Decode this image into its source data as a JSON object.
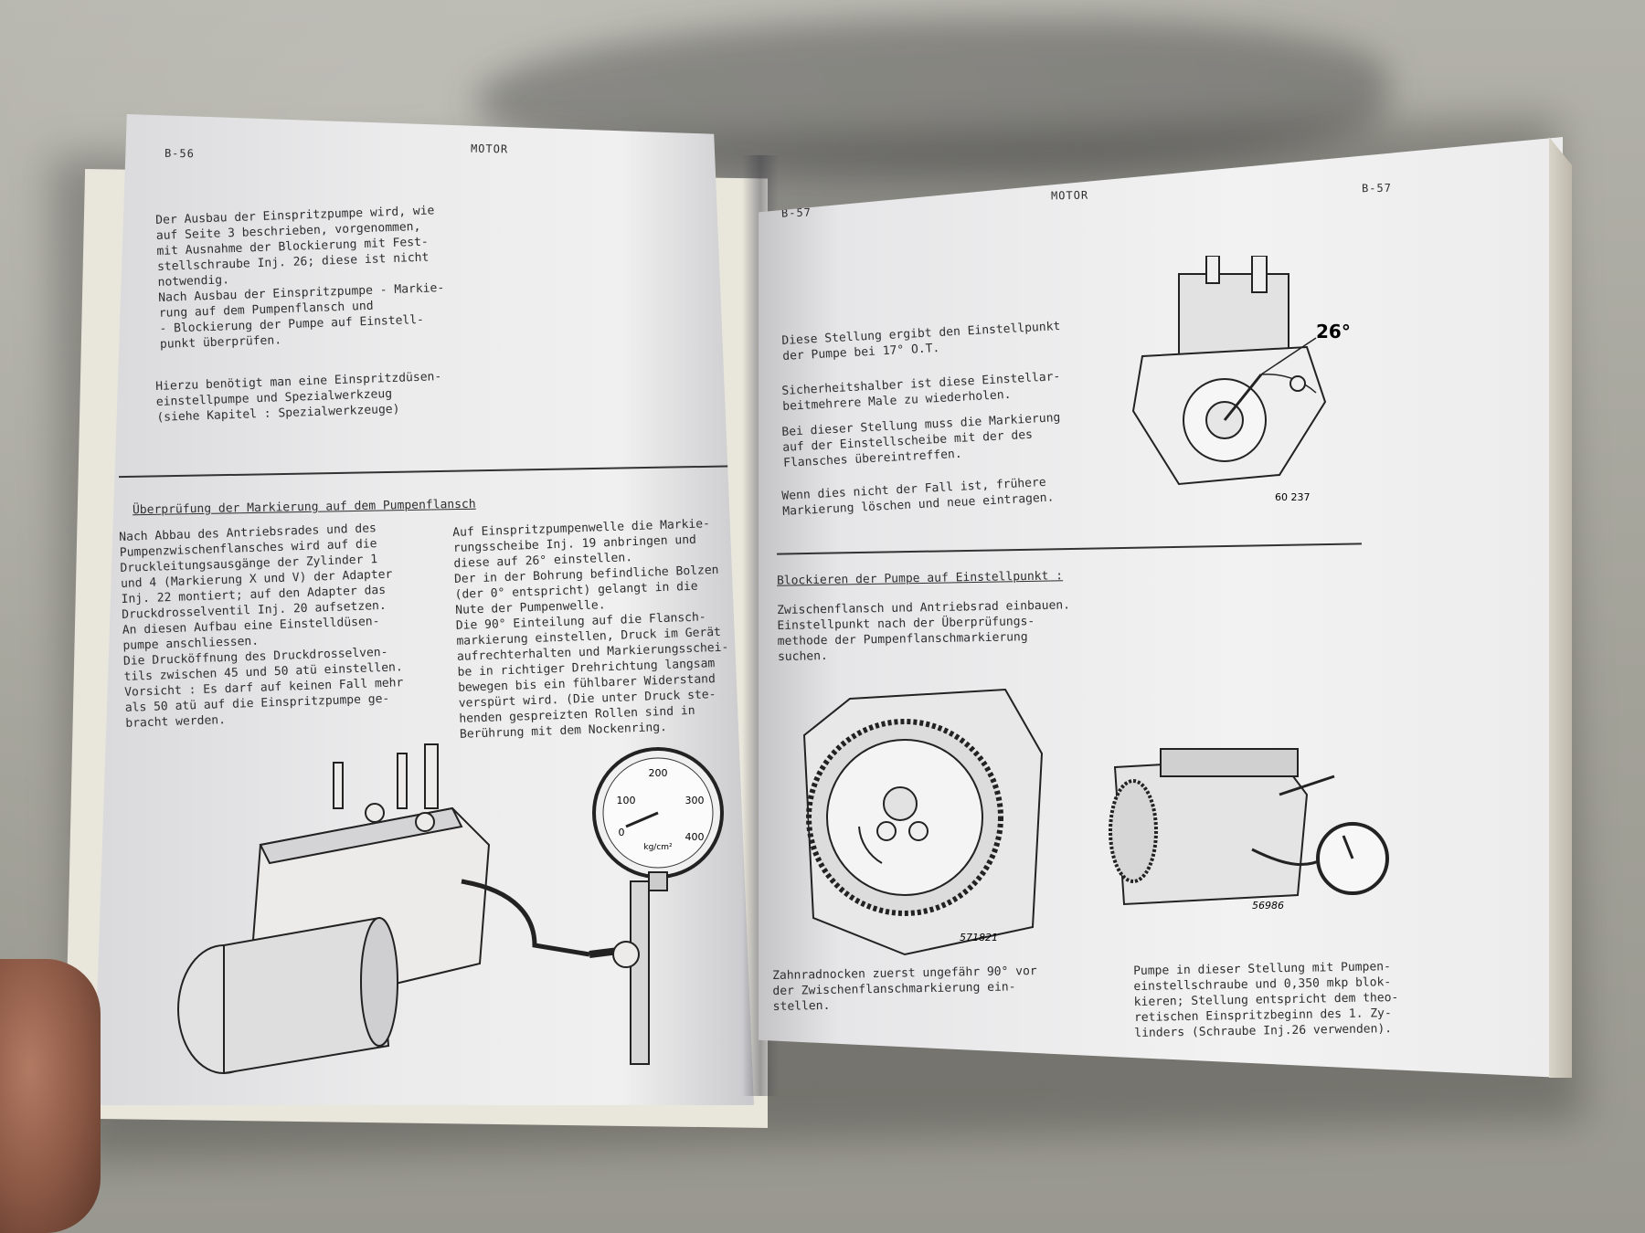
{
  "left_page": {
    "page_no": "B-56",
    "section": "MOTOR",
    "intro_lines": [
      "Der Ausbau der Einspritzpumpe wird, wie",
      "auf Seite 3 beschrieben, vorgenommen,",
      "mit Ausnahme der Blockierung mit Fest-",
      "stellschraube Inj. 26; diese ist nicht",
      "notwendig.",
      "Nach Ausbau der Einspritzpumpe - Markie-",
      "rung auf dem Pumpenflansch und",
      "- Blockierung der Pumpe auf Einstell-",
      "punkt überprüfen."
    ],
    "tool_lines": [
      "Hierzu benötigt man eine Einspritzdüsen-",
      "einstellpumpe und Spezialwerkzeug",
      "(siehe Kapitel : Spezialwerkzeuge)"
    ],
    "heading": "Überprüfung der Markierung auf dem Pumpenflansch",
    "col1_lines": [
      "Nach Abbau des Antriebsrades und des",
      "Pumpenzwischenflansches wird auf die",
      "Druckleitungsausgänge der Zylinder 1",
      "und 4 (Markierung X und V) der Adapter",
      "Inj. 22 montiert; auf den Adapter das",
      "Druckdrosselventil Inj. 20 aufsetzen.",
      "An diesen Aufbau eine Einstelldüsen-",
      "pumpe anschliessen.",
      "Die Drucköffnung des Druckdrosselven-",
      "tils zwischen 45 und 50 atü einstellen.",
      "Vorsicht : Es darf auf keinen Fall mehr",
      "als 50 atü auf die Einspritzpumpe ge-",
      "bracht werden."
    ],
    "col2_lines": [
      "Auf Einspritzpumpenwelle die Markie-",
      "rungsscheibe Inj. 19 anbringen und",
      "diese auf 26° einstellen.",
      "Der in der Bohrung befindliche Bolzen",
      "(der 0° entspricht) gelangt in die",
      "Nute der Pumpenwelle.",
      "Die 90° Einteilung auf die Flansch-",
      "markierung einstellen, Druck im Gerät",
      "aufrechterhalten und Markierungsschei-",
      "be in richtiger Drehrichtung langsam",
      "bewegen bis ein fühlbarer Widerstand",
      "verspürt wird. (Die unter Druck ste-",
      "henden gespreizten Rollen sind in",
      "Berührung mit dem Nockenring."
    ],
    "gauge_labels": [
      "200",
      "100",
      "300",
      "0",
      "400",
      "kg/cm²"
    ]
  },
  "right_page": {
    "page_no": "B-57",
    "page_no_left": "B-57",
    "section": "MOTOR",
    "setting_lines": [
      "Diese Stellung ergibt den Einstellpunkt",
      "der Pumpe bei 17° O.T."
    ],
    "repeat_lines": [
      "Sicherheitshalber ist diese Einstellar-",
      "beitmehrere Male zu wiederholen."
    ],
    "match_lines": [
      "Bei dieser Stellung muss die Markierung",
      "auf der Einstellscheibe mit der des",
      "Flansches übereintreffen."
    ],
    "erase_lines": [
      "Wenn dies nicht der Fall ist, frühere",
      "Markierung löschen und neue eintragen."
    ],
    "fig1_angle": "26°",
    "fig1_no": "60 237",
    "heading": "Blockieren der Pumpe auf Einstellpunkt :",
    "block_lines": [
      "Zwischenflansch und Antriebsrad einbauen.",
      "Einstellpunkt nach der Überprüfungs-",
      "methode der Pumpenflanschmarkierung",
      "suchen."
    ],
    "fig2_no": "571821",
    "fig3_no": "56986",
    "caption_left_lines": [
      "Zahnradnocken zuerst ungefähr 90° vor",
      "der Zwischenflanschmarkierung ein-",
      "stellen."
    ],
    "caption_right_lines": [
      "Pumpe in dieser Stellung mit Pumpen-",
      "einstellschraube und 0,350 mkp blok-",
      "kieren; Stellung entspricht dem theo-",
      "retischen Einspritzbeginn des 1. Zy-",
      "linders (Schraube Inj.26 verwenden)."
    ]
  }
}
